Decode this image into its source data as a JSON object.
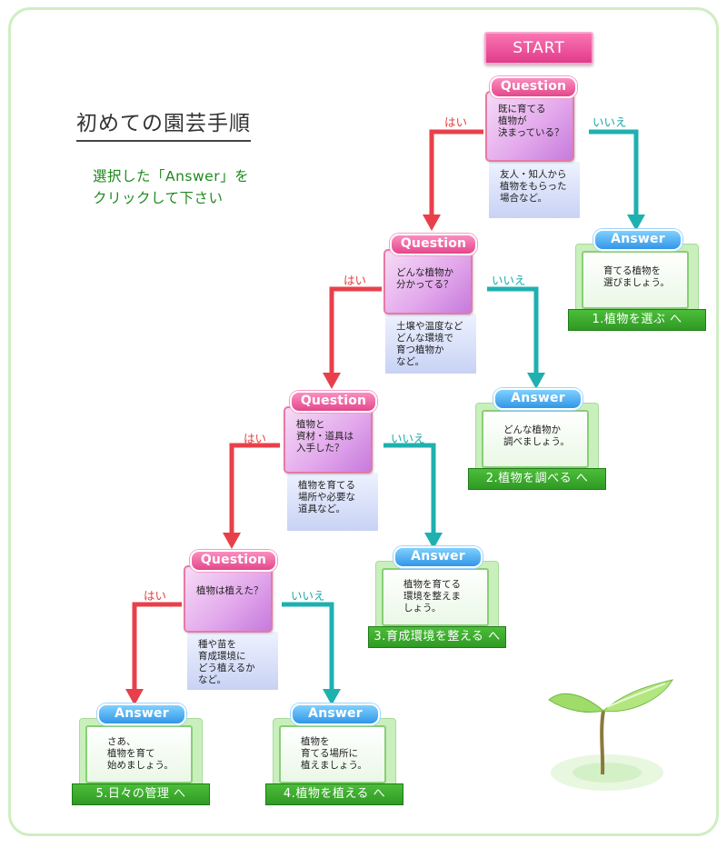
{
  "title": "初めての園芸手順",
  "instruction": [
    "選択した「Answer」を",
    "クリックして下さい"
  ],
  "start_label": "START",
  "question_tab": "Question",
  "answer_tab": "Answer",
  "yes_label": "はい",
  "no_label": "いいえ",
  "questions": [
    {
      "lines": [
        "既に育てる",
        "植物が",
        "決まっている？"
      ],
      "note": [
        "友人・知人から",
        "植物をもらった",
        "場合など。"
      ]
    },
    {
      "lines": [
        "どんな植物か",
        "分かってる？"
      ],
      "note": [
        "土壌や温度など",
        "どんな環境で",
        "育つ植物か",
        "など。"
      ]
    },
    {
      "lines": [
        "植物と",
        "資材・道具は",
        "入手した？"
      ],
      "note": [
        "植物を育てる",
        "場所や必要な",
        "道具など。"
      ]
    },
    {
      "lines": [
        "植物は植えた？"
      ],
      "note": [
        "種や苗を",
        "育成環境に",
        "どう植えるか",
        "など。"
      ]
    }
  ],
  "answers": [
    {
      "lines": [
        "育てる植物を",
        "選びましょう。"
      ],
      "button": "1.植物を選ぶ へ"
    },
    {
      "lines": [
        "どんな植物か",
        "調べましょう。"
      ],
      "button": "2.植物を調べる へ"
    },
    {
      "lines": [
        "植物を育てる",
        "環境を整えま",
        "しょう。"
      ],
      "button": "3.育成環境を整える へ"
    },
    {
      "lines": [
        "植物を",
        "育てる場所に",
        "植えましょう。"
      ],
      "button": "4.植物を植える へ"
    },
    {
      "lines": [
        "さあ、",
        "植物を育て",
        "始めましょう。"
      ],
      "button": "5.日々の管理 へ"
    }
  ],
  "colors": {
    "yes_arrow": "#e8404a",
    "no_arrow": "#1fb0b0",
    "button_green": "#34a029",
    "question_pink": "#e4478b",
    "answer_blue": "#3296e6"
  },
  "icons": [
    "seedling-illustration"
  ]
}
